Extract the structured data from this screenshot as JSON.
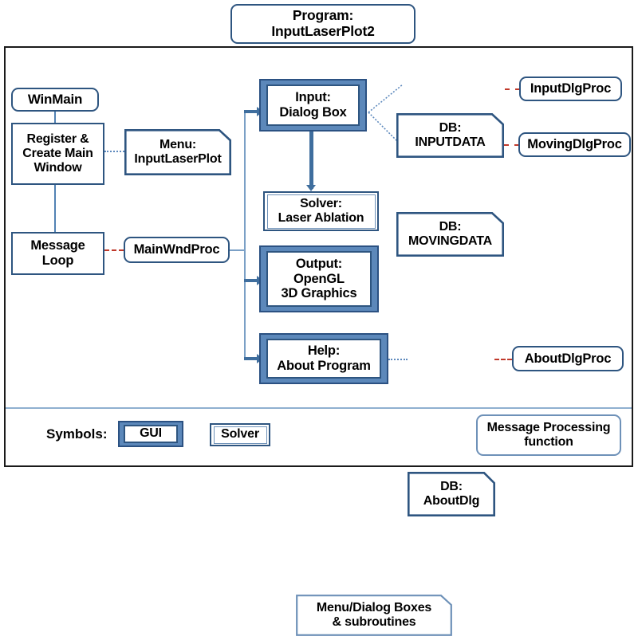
{
  "program": {
    "line1": "Program:",
    "line2": "InputLaserPlot2"
  },
  "nodes": {
    "winmain": "WinMain",
    "register_l1": "Register &",
    "register_l2": "Create Main",
    "register_l3": "Window",
    "message_l1": "Message",
    "message_l2": "Loop",
    "menu_l1": "Menu:",
    "menu_l2": "InputLaserPlot",
    "mainwndproc": "MainWndProc",
    "input_l1": "Input:",
    "input_l2": "Dialog Box",
    "db_input_l1": "DB:",
    "db_input_l2": "INPUTDATA",
    "inputdlgproc": "InputDlgProc",
    "db_moving_l1": "DB:",
    "db_moving_l2": "MOVINGDATA",
    "movingdlgproc": "MovingDlgProc",
    "solver_l1": "Solver:",
    "solver_l2": "Laser Ablation",
    "output_l1": "Output:",
    "output_l2": "OpenGL",
    "output_l3": "3D Graphics",
    "help_l1": "Help:",
    "help_l2": "About Program",
    "db_about_l1": "DB:",
    "db_about_l2": "AboutDlg",
    "aboutdlgproc": "AboutDlgProc"
  },
  "legend": {
    "title": "Symbols:",
    "gui": "GUI",
    "solver": "Solver",
    "menu_l1": "Menu/Dialog Boxes",
    "menu_l2": "& subroutines",
    "msg_l1": "Message Processing",
    "msg_l2": "function"
  },
  "colors": {
    "outline_dark": "#2e5580",
    "gui_band": "#5c88ba",
    "connector_blue": "#5282b4",
    "dotted_blue": "#5d89bd",
    "red_dash": "#c0392b",
    "frame_black": "#1a1a1a",
    "divider": "#8fb0d0"
  }
}
